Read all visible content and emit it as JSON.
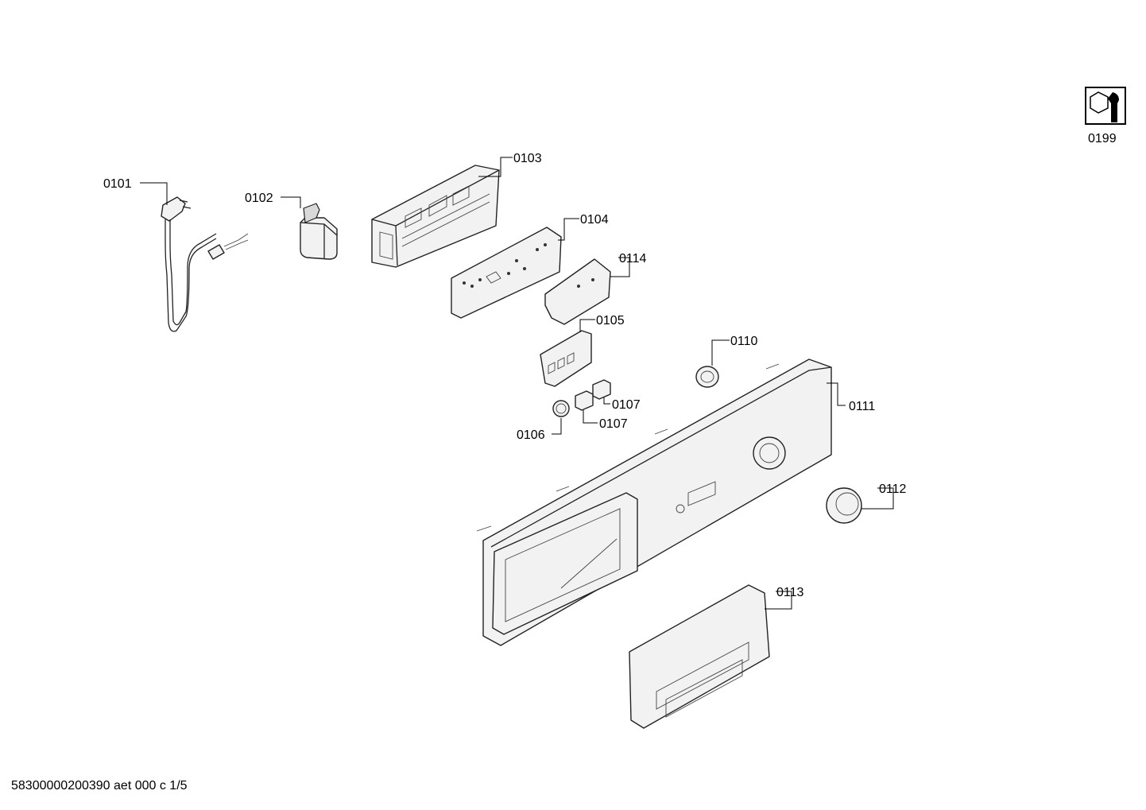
{
  "callouts": [
    {
      "id": "p0101",
      "text": "0101"
    },
    {
      "id": "p0102",
      "text": "0102"
    },
    {
      "id": "p0103",
      "text": "0103"
    },
    {
      "id": "p0104",
      "text": "0104"
    },
    {
      "id": "p0114",
      "text": "0114"
    },
    {
      "id": "p0105",
      "text": "0105"
    },
    {
      "id": "p0110",
      "text": "0110"
    },
    {
      "id": "p0111",
      "text": "0111"
    },
    {
      "id": "p0107a",
      "text": "0107"
    },
    {
      "id": "p0107b",
      "text": "0107"
    },
    {
      "id": "p0106",
      "text": "0106"
    },
    {
      "id": "p0112",
      "text": "0112"
    },
    {
      "id": "p0113",
      "text": "0113"
    },
    {
      "id": "p0199",
      "text": "0199"
    }
  ],
  "icon": {
    "name": "wrench-service-icon"
  },
  "footer": {
    "doc_ref": "58300000200390 aet 000 c 1/5"
  }
}
